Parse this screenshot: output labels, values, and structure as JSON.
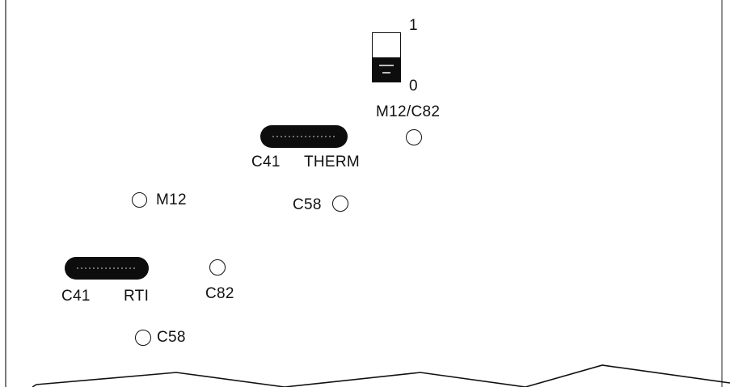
{
  "switch": {
    "top_label": "1",
    "bottom_label": "0",
    "position": "0"
  },
  "labels": {
    "m12_c82": "M12/C82",
    "c41_therm_conn": "C41",
    "therm": "THERM",
    "m12": "M12",
    "c58_upper": "C58",
    "c41_rti_conn": "C41",
    "rti": "RTI",
    "c82": "C82",
    "c58_lower": "C58"
  },
  "colors": {
    "ink": "#111111",
    "paper": "#ffffff",
    "connector_fill": "#0d0d0d"
  },
  "icons": {
    "test_point": "open-circle",
    "connector": "filled-oval",
    "switch": "toggle-switch"
  }
}
